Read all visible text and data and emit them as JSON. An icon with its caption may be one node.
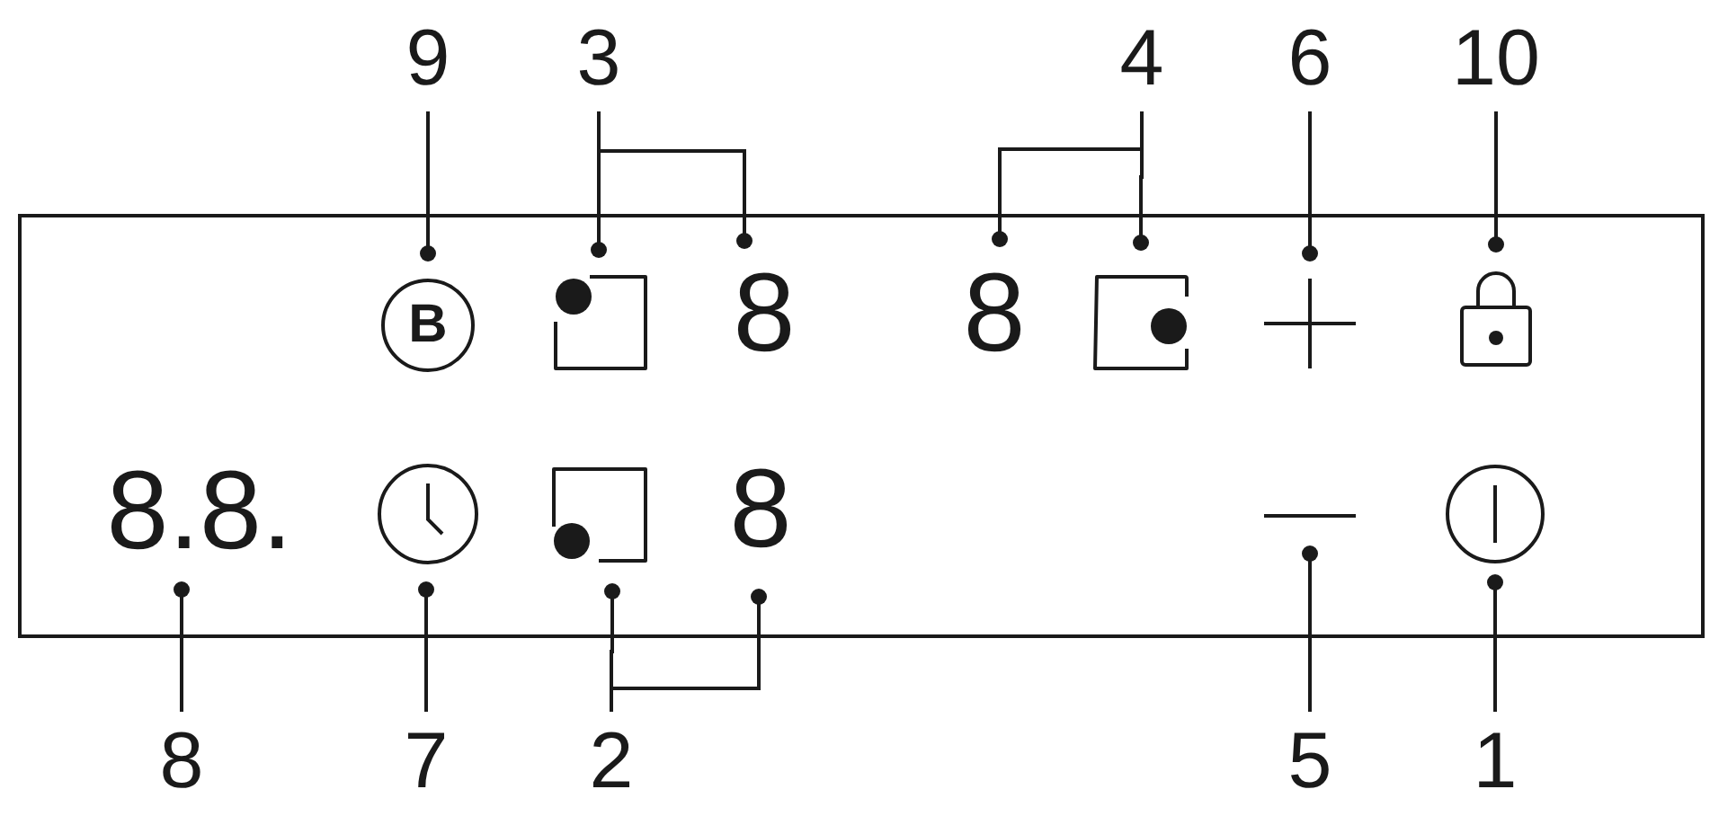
{
  "diagram": {
    "nodes": [
      {
        "text": [
          "9"
        ]
      },
      {
        "text": [
          "3"
        ]
      },
      {
        "text": [
          "4"
        ]
      },
      {
        "text": [
          "6"
        ]
      },
      {
        "text": [
          "10"
        ]
      },
      {
        "text": [],
        "shape": "box"
      },
      {
        "text": [
          "B"
        ],
        "in": 5
      },
      {
        "text": [],
        "shape": "indicator",
        "in": 5
      },
      {
        "text": [
          "8"
        ],
        "in": 5
      },
      {
        "text": [
          "8"
        ],
        "in": 5
      },
      {
        "text": [],
        "shape": "indicator",
        "in": 5
      },
      {
        "text": [],
        "shape": "plus",
        "in": 5
      },
      {
        "text": [],
        "shape": "padlock",
        "in": 5
      },
      {
        "text": [
          "8.8."
        ],
        "in": 5
      },
      {
        "text": [],
        "shape": "clock",
        "in": 5
      },
      {
        "text": [],
        "shape": "indicator",
        "in": 5
      },
      {
        "text": [
          "8"
        ],
        "in": 5
      },
      {
        "text": [],
        "shape": "line",
        "in": 5
      },
      {
        "text": [],
        "shape": "circle",
        "in": 5
      },
      {
        "text": [
          "8"
        ]
      },
      {
        "text": [
          "7"
        ]
      },
      {
        "text": [
          "2"
        ]
      },
      {
        "text": [
          "5"
        ]
      },
      {
        "text": [
          "1"
        ]
      }
    ],
    "edges": [
      {
        "from": 0,
        "to": 6,
        "arrow": "other"
      },
      {
        "from": 1,
        "to": 7,
        "arrow": "other"
      },
      {
        "from": 1,
        "to": 8,
        "arrow": "other"
      },
      {
        "from": 2,
        "to": 9,
        "arrow": "other"
      },
      {
        "from": 2,
        "to": 10,
        "arrow": "other"
      },
      {
        "from": 3,
        "to": 11,
        "arrow": "other"
      },
      {
        "from": 4,
        "to": 12,
        "arrow": "other"
      },
      {
        "from": 19,
        "to": 13,
        "arrow": "other"
      },
      {
        "from": 20,
        "to": 14,
        "arrow": "other"
      },
      {
        "from": 21,
        "to": 15,
        "arrow": "other"
      },
      {
        "from": 21,
        "to": 16,
        "arrow": "other"
      },
      {
        "from": 22,
        "to": 17,
        "arrow": "other"
      },
      {
        "from": 23,
        "to": 18,
        "arrow": "other"
      }
    ]
  }
}
